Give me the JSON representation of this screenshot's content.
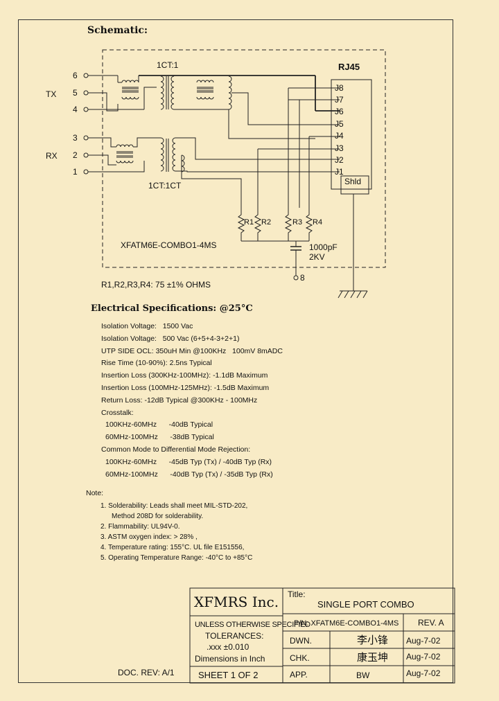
{
  "schematic": {
    "title": "Schematic:",
    "connector": "RJ45",
    "tx_label": "TX",
    "rx_label": "RX",
    "pins_tx": [
      "6",
      "5",
      "4"
    ],
    "pins_rx": [
      "3",
      "2",
      "1"
    ],
    "ratio_tx": "1CT:1",
    "ratio_rx": "1CT:1CT",
    "jacks": [
      "J8",
      "J7",
      "J6",
      "J5",
      "J4",
      "J3",
      "J2",
      "J1"
    ],
    "shield": "Shld",
    "resistors": [
      "R1",
      "R2",
      "R3",
      "R4"
    ],
    "part_name": "XFATM6E-COMBO1-4MS",
    "capacitor": "1000pF",
    "cap_voltage": "2KV",
    "ground_pin": "8",
    "resistor_note": "R1,R2,R3,R4: 75 ±1% OHMS"
  },
  "electrical": {
    "title": "Electrical   Specifications: @25°C",
    "lines": [
      "Isolation Voltage:   1500 Vac",
      "Isolation Voltage:   500 Vac (6+5+4-3+2+1)",
      "UTP SIDE OCL: 350uH Min @100KHz   100mV 8mADC",
      "Rise Time (10-90%): 2.5ns Typical",
      "Insertion Loss (300KHz-100MHz): -1.1dB Maximum",
      "Insertion Loss (100MHz-125MHz): -1.5dB Maximum",
      "Return Loss: -12dB Typical @300KHz - 100MHz",
      "Crosstalk:",
      "100KHz-60MHz      -40dB Typical",
      "60MHz-100MHz      -38dB Typical",
      "Common Mode to Differential Mode Rejection:",
      "100KHz-60MHz      -45dB Typ (Tx) / -40dB Typ (Rx)",
      "60MHz-100MHz      -40dB Typ (Tx) / -35dB Typ (Rx)"
    ]
  },
  "notes": {
    "title": "Note:",
    "lines": [
      "1. Solderability: Leads shall meet MIL-STD-202,",
      "Method 208D for solderability.",
      "2. Flammability: UL94V-0.",
      "3. ASTM oxygen index: > 28% ,",
      "4. Temperature rating: 155°C. UL file E151556,",
      "5. Operating Temperature Range: -40°C to +85°C"
    ]
  },
  "title_block": {
    "doc_rev": "DOC. REV: A/1",
    "company": "XFMRS Inc.",
    "unless": "UNLESS OTHERWISE SPECIFIED",
    "tolerances": "TOLERANCES:",
    "tol_value": ".xxx ±0.010",
    "dimensions": "Dimensions in Inch",
    "sheet": "SHEET  1  OF  2",
    "title_label": "Title:",
    "title_value": "SINGLE PORT COMBO",
    "pn": "P/N: XFATM6E-COMBO1-4MS",
    "rev": "REV. A",
    "dwn": "DWN.",
    "chk": "CHK.",
    "app": "APP.",
    "dwn_sig": "李小锋",
    "chk_sig": "康玉坤",
    "app_sig": "BW",
    "date1": "Aug-7-02",
    "date2": "Aug-7-02",
    "date3": "Aug-7-02"
  }
}
